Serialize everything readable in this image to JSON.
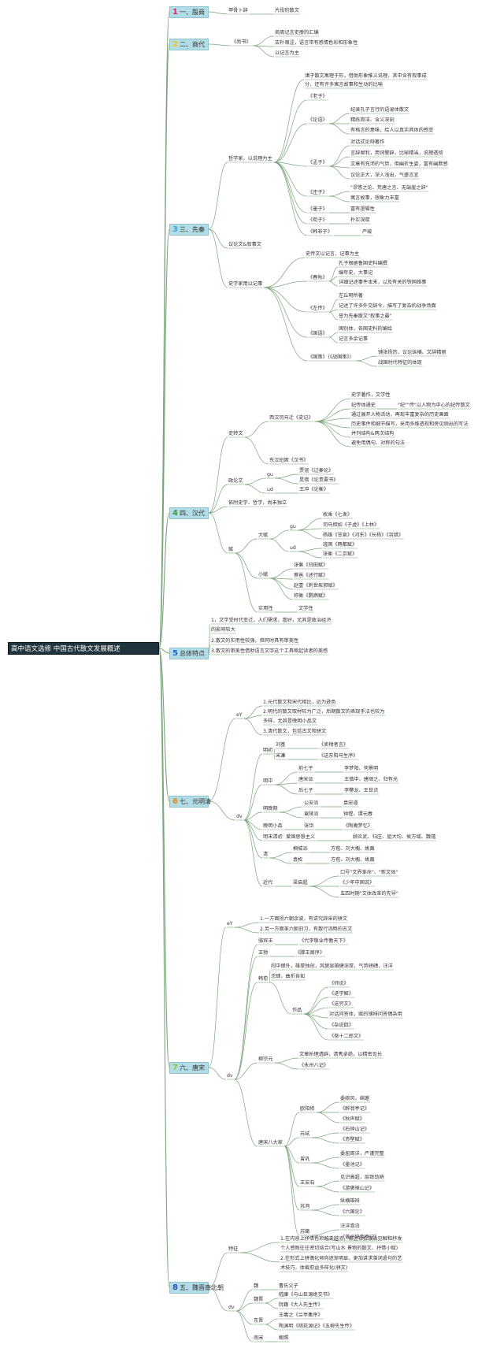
{
  "root": "高中语文选修 中国古代散文发展概述",
  "colors": {
    "line": "#7aa47a",
    "root_bg": "#20343d",
    "branch_bg": "#b3dde6",
    "n1": "#e0245e",
    "n2": "#f2c318",
    "n3": "#3aa2dd",
    "n4": "#3a9b3a",
    "n5": "#1b66c9",
    "n6": "#e08a1a",
    "n7": "#8bc43a",
    "n8": "#2a52be"
  },
  "branches": [
    {
      "num": "1",
      "label": "一、殷商"
    },
    {
      "num": "2",
      "label": "二、商代"
    },
    {
      "num": "3",
      "label": "三、先秦"
    },
    {
      "num": "4",
      "label": "四、汉代"
    },
    {
      "num": "5",
      "label": "总体特点"
    },
    {
      "num": "6",
      "label": "七、元明清"
    },
    {
      "num": "7",
      "label": "六、唐宋"
    },
    {
      "num": "8",
      "label": "五、魏晋南北朝"
    }
  ],
  "nodes": {
    "a1": "甲骨卜辞",
    "a2": "片段的散文",
    "b1": "《尚书》",
    "b2": "商周记言史册的汇编",
    "b3": "古朴艰涩，语言带有感情色彩和形象性",
    "b4": "以记言为主",
    "c1": "哲学家，以说理为主",
    "c2": "诸子散文寓理于形，借助形象推义说理，其中含有叙事成",
    "c3": "分，还有许多寓言故事和生动的比喻",
    "c4": "《老子》",
    "c5": "《论语》",
    "c6": "纪录孔子言行的语录体散文",
    "c7": "精练简洁、含义深刻",
    "c8": "有格言的意味，给人以真实具体的感受",
    "c9": "《孟子》",
    "c10": "对话式论辩著作",
    "c11": "言辞犀利，用词警辟，比喻精当，说理透彻",
    "c12": "文章有充沛的气势，但幽折生姿，富有幽默感",
    "c13": "议论正大，深入浅出，气盛言宜",
    "c14": "《庄子》",
    "c15": "\"谬悠之论、荒唐之言、无端崖之辞\"",
    "c16": "寓言故事，想象力丰富",
    "c17": "《墨子》",
    "c18": "富有逻辑性",
    "c19": "《荀子》",
    "c20": "朴实深厚",
    "c21": "《韩非子》",
    "c22": "严峻",
    "c23": "议论文&叙事文",
    "c24": "史学家用以记事",
    "c25": "史传文以记言、记事为主",
    "c26": "《春秋》",
    "c27": "孔子根据鲁国史料编撰",
    "c28": "编年史，大事记",
    "c29": "详细记述事件本末，以及有关的铁网络事",
    "c30": "《左传》",
    "c31": "左丘明所著",
    "c32": "记述了许多外交辞令，描写了复杂的战争场面",
    "c33": "誉为先秦散文\"叙事之最\"",
    "c34": "《国语》",
    "c35": "国别体，各国史料的编绘",
    "c36": "记言多余记事",
    "c37": "《国策》（《战国策》）",
    "c38": "铺张扬厉、议论纵横、文辞精丽",
    "c39": "战国时代特征的体现",
    "d1": "史转文",
    "d2": "西汉司马迁《史记》",
    "d3": "史学著作，文学性",
    "d4": "纪传体通史",
    "d5": "\"纪\"\"传\"以人物为中心的纪传散文",
    "d6": "通过展开人物活动，再现丰富复杂的历史画面",
    "d7": "历史事件和细节描写，采用多维透视和旁见侧出的写法",
    "d8": "并列结构&两次结构",
    "d9": "避免用偶句、对称的句法",
    "d10": "东汉班固《汉书》",
    "d11": "政论文",
    "d12": "gu",
    "d13": "贾谊《过秦论》",
    "d14": "晁错《论贵粟书》",
    "d15": "ud",
    "d16": "王冲《论衡》",
    "d17": "依附史学、哲学，尚未独立",
    "d18": "赋",
    "d19": "大赋",
    "d20": "gu",
    "d21": "枚乘《七发》",
    "d22": "司马相如《子虚》《上林》",
    "d23": "杨雄《甘泉》《河东》《长杨》《羽猎》",
    "d24": "ud",
    "d25": "班固《两都赋》",
    "d26": "张衡《二京赋》",
    "d27": "小赋",
    "d28": "张衡《归田赋》",
    "d29": "蔡邕《述行赋》",
    "d30": "赵壹《刺世疾邪赋》",
    "d31": "祢衡《鹦鹉赋》",
    "d32": "实用性",
    "d33": "文学性",
    "e1": "1，文学受时代变迁，人们需求，喜好，尤其是政治经济",
    "e2": "的影响较大",
    "e3": "2.散文的实用性较强，但同时具有审美性",
    "e4": "3.散文的审美性借助语言文字这个工具唤起读者的美感",
    "f1": "eY",
    "f2": "1.元代散文和宋代相比，远为逊色",
    "f3": "2.明代的散文取材较为广泛，后期散文的表现手法也较为",
    "f4": "多样，尤其是晚明小品文",
    "f5": "3.清代散文，包括古文和骈文",
    "f6": "dv",
    "f7": "明初",
    "f8": "刘基",
    "f9": "《卖柑者言》",
    "f10": "宋濂",
    "f11": "《送东阳马生序》",
    "f12": "明中",
    "f13": "前七子",
    "f14": "李梦阳、何景明",
    "f15": "唐宋派",
    "f16": "王慎中、唐顺之、归有光",
    "f17": "后七子",
    "f18": "李攀龙、王世贞",
    "f19": "明晚期",
    "f20": "公安派",
    "f21": "袁宏道",
    "f22": "竟陵派",
    "f23": "钟惺、谭元春",
    "f24": "晚明小品",
    "f25": "张岱",
    "f26": "《陶庵梦忆》",
    "f27": "明末清初",
    "f28": "爱国思想主义",
    "f29": "顾炎武、归庄、屈大均、侯方域、魏禧",
    "f30": "清",
    "f31": "桐城派",
    "f32": "方苞、刘大櫆、姚鼐",
    "f33": "袁枚",
    "f34": "方苞、刘大櫆、姚鼐",
    "f35": "近代",
    "f36": "梁启超",
    "f37": "口号\"文界革命\"、\"新文体\"",
    "f38": "《少年中国说》",
    "f39": "五四时期\"文体改革的先导\"",
    "g1": "eY",
    "g2": "1.一方面扬六朝余波，有讲究辞采的骈文",
    "g3": "2.另一方面革六朝旧习，有散行流畅的古文",
    "g4": "骆宾王",
    "g5": "《代李敬业传檄天下》",
    "g6": "王勃",
    "g7": "《滕王阁序》",
    "g8": "韩愈",
    "g9": "闳中肆外，雄厚独创，风貌显雄健深厚，气势磅礴，汪洋",
    "g10": "恣肆，曲折自如",
    "g11": "作品",
    "g12": "《师说》",
    "g13": "《进学解》",
    "g14": "《送穷文》",
    "g15": "对话问答体，赋的铺排问答偶杂用",
    "g16": "《杂说四》",
    "g17": "《祭十二郎文》",
    "g18": "柳宗元",
    "g19": "文章析理透辟，清隽卓绝，以精密见长",
    "g20": "《永州八记》",
    "g21": "dv",
    "g22": "唐宋八大家",
    "g23": "欧阳修",
    "g24": "委婉风，绵邈",
    "g25": "《醉翁亭记》",
    "g26": "《秋声赋》",
    "g27": "苏轼",
    "g28": "《石钟山记》",
    "g29": "《赤壁赋》",
    "g30": "曾巩",
    "g31": "委屈周详，严谨完整",
    "g32": "《墨池记》",
    "g33": "王安石",
    "g34": "见识高超，层致劲峭",
    "g35": "《游褒禅山记》",
    "g36": "苏洵",
    "g37": "纵横雄辩",
    "g38": "《六国论》",
    "g39": "苏辙",
    "g40": "汪洋澹泊",
    "g41": "《黄州快哉亭记》",
    "h1": "特征",
    "h2": "1.在内容上抒情色彩越来越浓，表达社会政治见解和抒发",
    "h3": "个人感慨往往密切结合(写山水 景物的散文、抒情小赋)",
    "h4": "2.在形式上骈偶化倾向逐渐明显，更加讲求藻词遣句的艺",
    "h5": "术技巧，体裁愈益多样化(骈文)",
    "h6": "dv",
    "h7": "魏",
    "h8": "曹氏父子",
    "h9": "魏晋",
    "h10": "嵇康《与山巨源绝交书》",
    "h11": "阮籍《大人先生传》",
    "h12": "东晋",
    "h13": "王羲之《兰亭集序》",
    "h14": "陶渊明《桃花源记》《五柳先生传》",
    "h15": "南宋",
    "h16": "鲍照"
  }
}
